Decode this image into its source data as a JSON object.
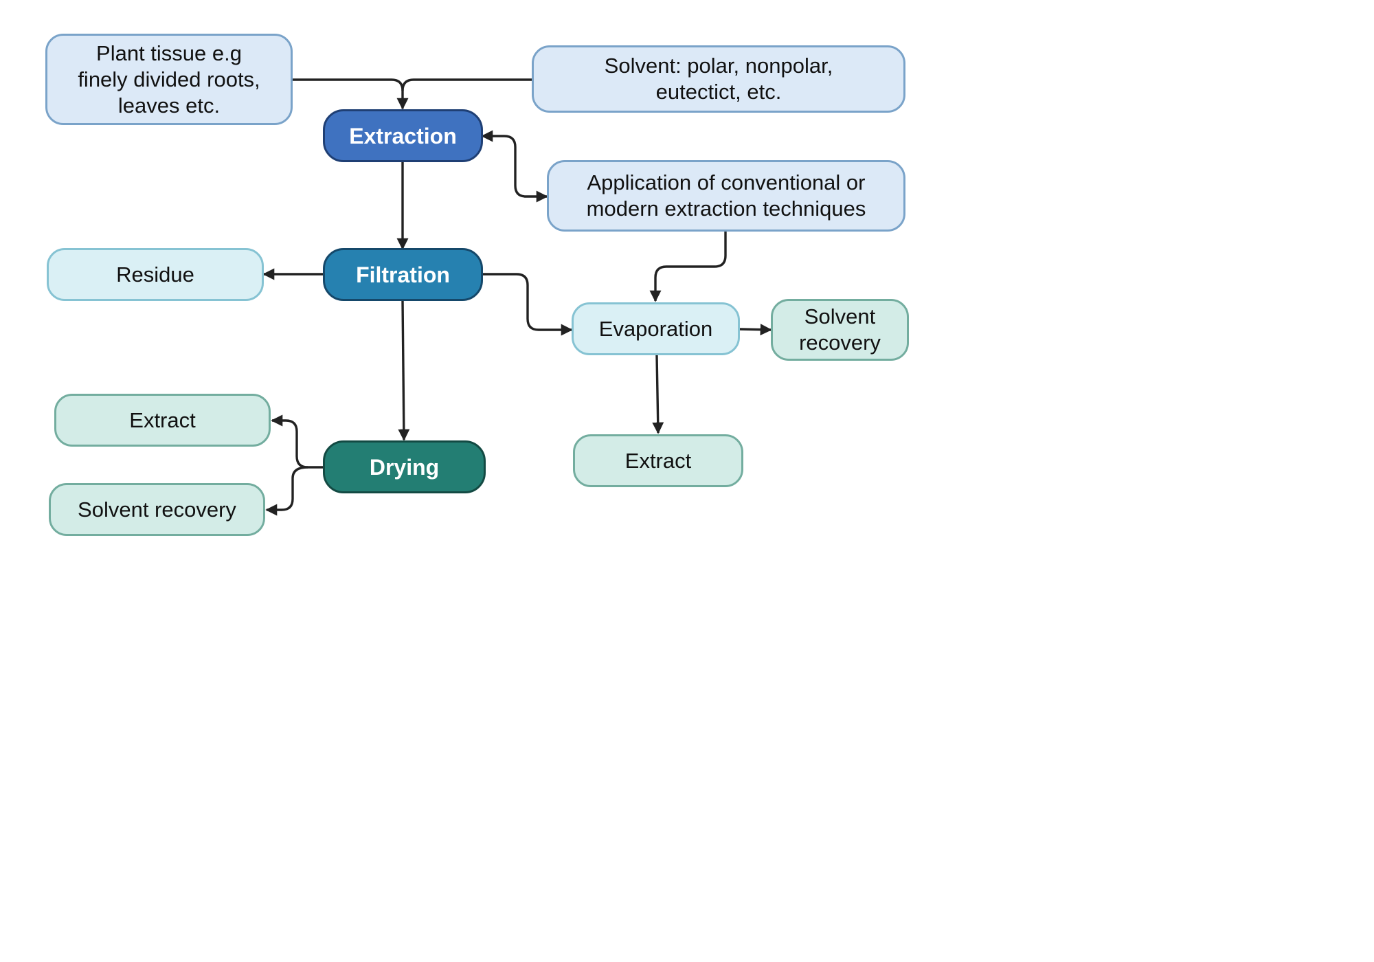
{
  "nodes": {
    "plant_tissue": "Plant tissue e.g\nfinely divided roots,\nleaves etc.",
    "solvent": "Solvent: polar, nonpolar,\neutectict, etc.",
    "extraction": "Extraction",
    "application": "Application of conventional or\nmodern extraction techniques",
    "residue": "Residue",
    "filtration": "Filtration",
    "evaporation": "Evaporation",
    "solvent_recovery_right": "Solvent\nrecovery",
    "extract_left": "Extract",
    "drying": "Drying",
    "extract_right": "Extract",
    "solvent_recovery_left": "Solvent recovery"
  },
  "colors": {
    "extraction": "#3f72c0",
    "filtration": "#2681b0",
    "drying": "#237e73",
    "input_fill": "#dce9f7",
    "intermediate_fill": "#daf0f5",
    "output_fill": "#d3ece7",
    "connector": "#222222"
  }
}
